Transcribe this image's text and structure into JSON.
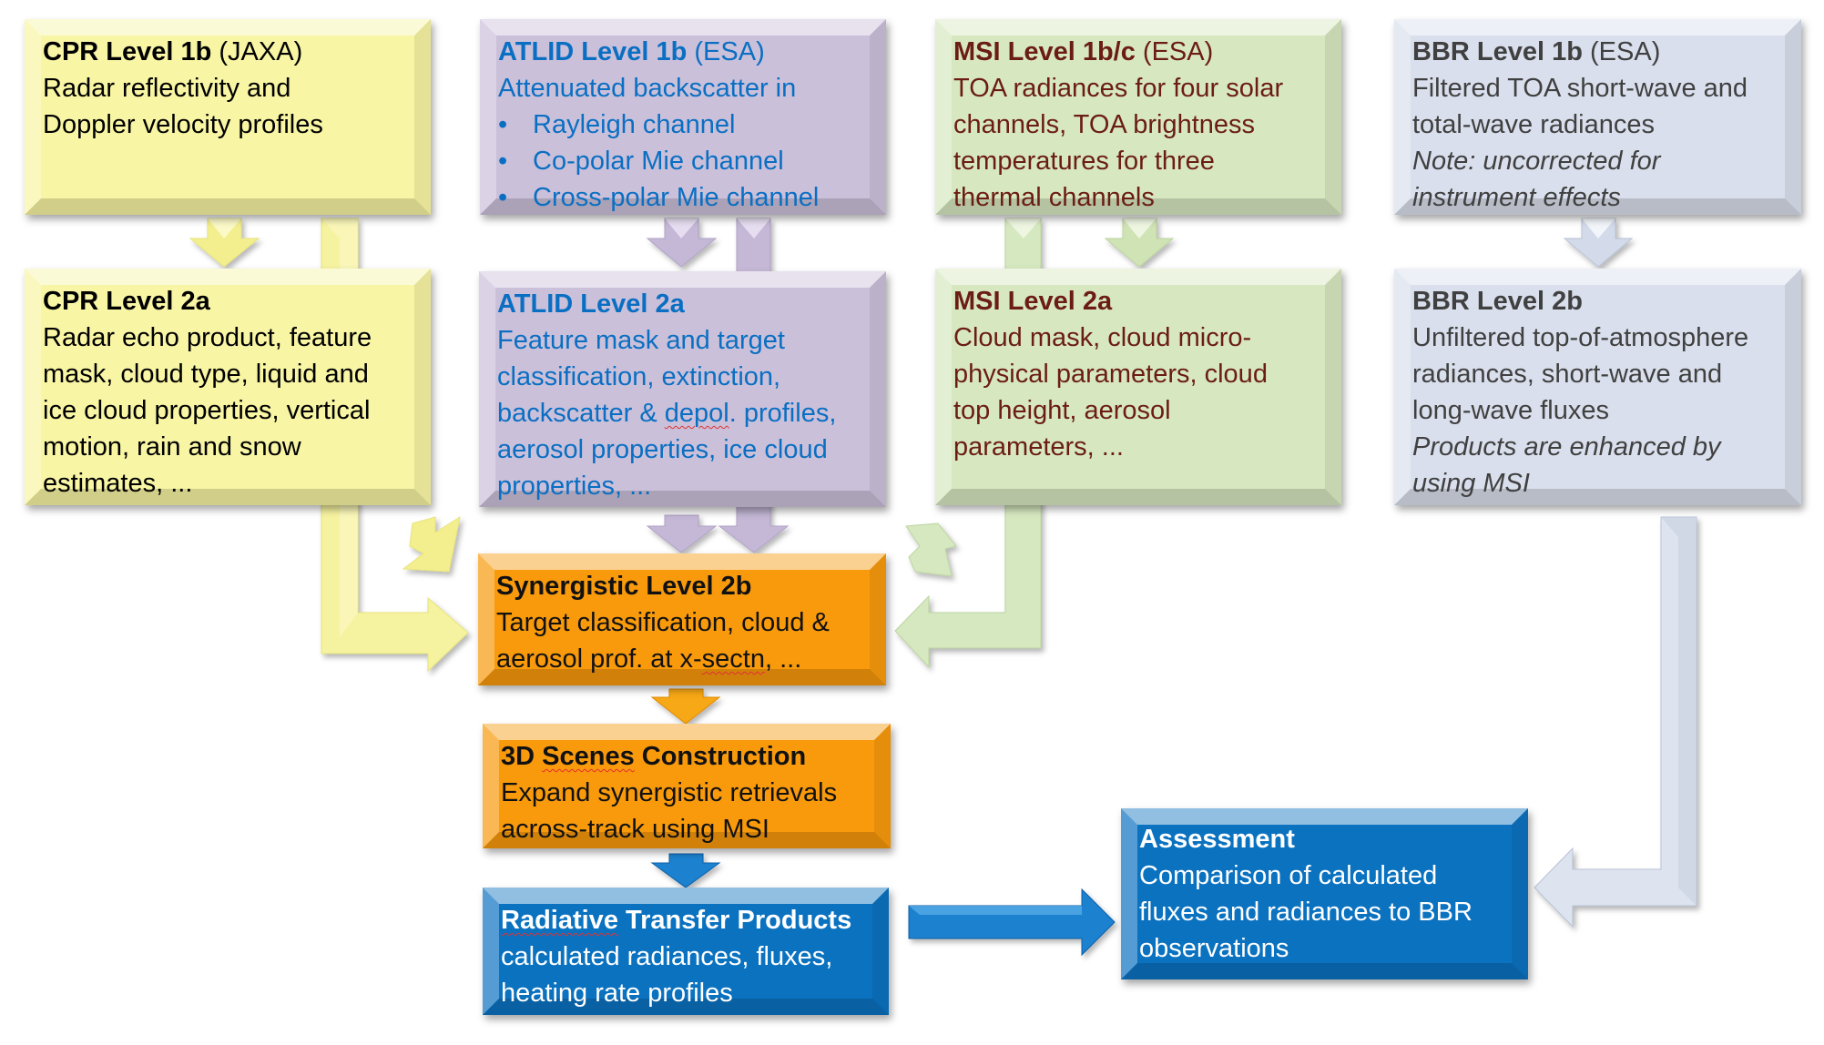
{
  "colors": {
    "cpr": "#f8f5a4",
    "atlid": "#cbc0da",
    "msi": "#d7e8c0",
    "bbr": "#d9dfec",
    "synergy": "#f89a0c",
    "radiative": "#0b72c0",
    "atlid_text": "#0a6fc2",
    "msi_text": "#6b1d14",
    "bbr_text": "#404040"
  },
  "boxes": {
    "cpr_l1b": {
      "title": "CPR Level 1b",
      "source": " (JAXA)",
      "lines": [
        "Radar reflectivity and",
        "Doppler velocity profiles"
      ]
    },
    "atlid_l1b": {
      "title": "ATLID Level 1b",
      "source": " (ESA)",
      "lines": [
        "Attenuated backscatter in"
      ],
      "bullets": [
        "Rayleigh channel",
        "Co-polar Mie channel",
        "Cross-polar Mie channel"
      ]
    },
    "msi_l1b": {
      "title": "MSI Level 1b/c",
      "source": " (ESA)",
      "lines": [
        "TOA radiances for four solar",
        "channels, TOA brightness",
        "temperatures for three",
        "thermal channels"
      ]
    },
    "bbr_l1b": {
      "title": "BBR Level 1b",
      "source": " (ESA)",
      "lines": [
        "Filtered TOA short-wave and",
        "total-wave radiances"
      ],
      "notes": [
        "Note: uncorrected for",
        "instrument effects"
      ]
    },
    "cpr_l2a": {
      "title": "CPR Level 2a",
      "lines": [
        "Radar echo product, feature",
        "mask, cloud type, liquid and",
        "ice cloud properties, vertical",
        "motion, rain and snow",
        "estimates, ..."
      ]
    },
    "atlid_l2a": {
      "title": "ATLID Level 2a",
      "lines": [
        "Feature mask and target",
        "classification, extinction,"
      ],
      "line3_pre": "backscatter & ",
      "line3_mark": "depol",
      "line3_post": ". profiles,",
      "lines_after": [
        "aerosol properties, ice cloud",
        "properties, ..."
      ]
    },
    "msi_l2a": {
      "title": "MSI Level 2a",
      "lines": [
        "Cloud mask, cloud  micro-",
        "physical parameters, cloud",
        "top height, aerosol",
        "parameters, ..."
      ]
    },
    "bbr_l2b": {
      "title": "BBR Level 2b",
      "lines": [
        "Unfiltered top-of-atmosphere",
        "radiances, short-wave and",
        "long-wave fluxes"
      ],
      "notes": [
        "Products are enhanced by",
        "using MSI"
      ]
    },
    "synergistic": {
      "title": "Synergistic Level 2b",
      "lines": [
        "Target classification, cloud &"
      ],
      "line2_pre": "aerosol prof. at x-",
      "line2_mark": "sectn",
      "line2_post": ", ..."
    },
    "scenes3d": {
      "title_pre": "3D ",
      "title_mark": "Scenes",
      "title_post": " Construction",
      "lines": [
        "Expand synergistic retrievals",
        "across-track using MSI"
      ]
    },
    "radiative": {
      "title_mark": "Radiative",
      "title_post": " Transfer Products",
      "lines": [
        "calculated radiances, fluxes,",
        "heating rate profiles"
      ]
    },
    "assessment": {
      "title": "Assessment",
      "lines": [
        "Comparison of calculated",
        "fluxes and radiances to BBR",
        "observations"
      ]
    }
  }
}
